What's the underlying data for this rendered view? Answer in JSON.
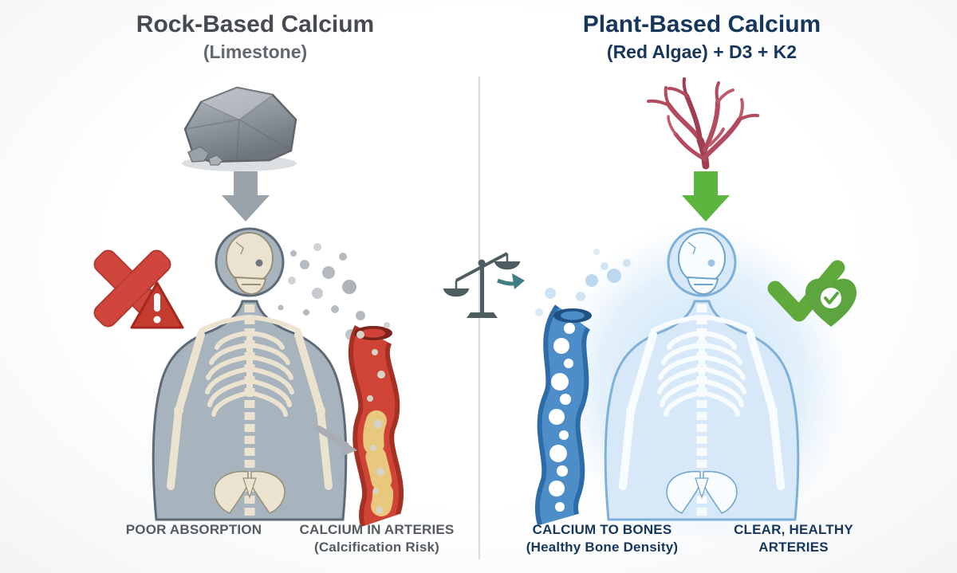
{
  "header_left": {
    "title": "Rock-Based Calcium",
    "subtitle": "(Limestone)"
  },
  "header_right": {
    "title": "Plant-Based Calcium",
    "subtitle": "(Red Algae) + D3 + K2"
  },
  "labels": {
    "poor_absorption": "POOR ABSORPTION",
    "calcium_arteries_line1": "CALCIUM IN ARTERIES",
    "calcium_arteries_line2": "(Calcification Risk)",
    "calcium_bones_line1": "CALCIUM TO BONES",
    "calcium_bones_line2": "(Healthy Bone Density)",
    "clear_arteries_line1": "CLEAR, HEALTHY",
    "clear_arteries_line2": "ARTERIES"
  },
  "icons": {
    "rock": "limestone-rock-icon",
    "down_arrow_left": "gray-down-arrow-icon",
    "down_arrow_right": "green-down-arrow-icon",
    "x_mark": "red-x-icon",
    "warning": "warning-triangle-icon",
    "scale": "balance-scale-icon",
    "compare_arrow": "compare-arrow-icon",
    "algae": "red-algae-icon",
    "check": "green-check-icon",
    "heart": "heart-check-icon",
    "figure_left": "skeleton-figure-gray",
    "figure_right": "skeleton-figure-blue",
    "artery_left": "calcified-artery-icon",
    "artery_right": "clear-artery-icon"
  },
  "colors": {
    "left_title": "#474b51",
    "left_subtitle": "#63686e",
    "right_title": "#16365c",
    "label_left": "#565b62",
    "label_right": "#16365c",
    "negative_red": "#d0463c",
    "positive_green": "#60aa3c",
    "rock_gray": "#8d949b",
    "algae_red": "#b34b5f",
    "artery_red": "#cf4437",
    "artery_blue": "#2d6ca9"
  }
}
